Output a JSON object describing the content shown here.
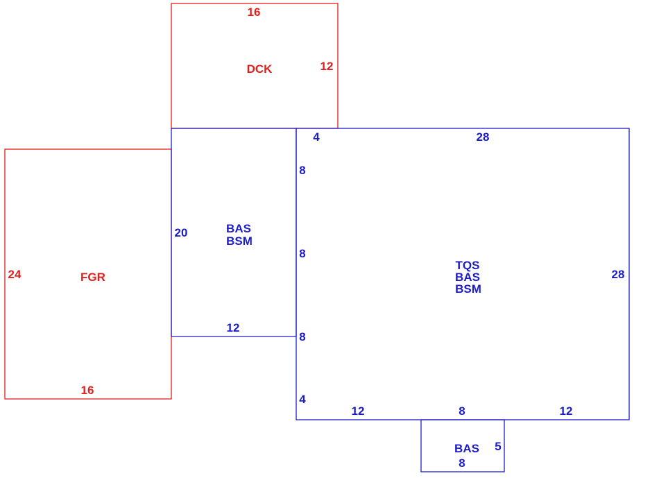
{
  "colors": {
    "red": "#e0201c",
    "blue": "#1c1cc8"
  },
  "areas": {
    "dck": {
      "code": "DCK"
    },
    "fgr": {
      "code": "FGR"
    },
    "bas_left": {
      "codes": [
        "BAS",
        "BSM"
      ]
    },
    "main": {
      "codes": [
        "TQS",
        "BAS",
        "BSM"
      ]
    },
    "bas_bottom": {
      "code": "BAS"
    }
  },
  "dimensions": {
    "dck_top": "16",
    "dck_right": "12",
    "fgr_left": "24",
    "fgr_bottom": "16",
    "bas_left_side": "20",
    "bas_left_bottom": "12",
    "main_top_short": "4",
    "main_top": "28",
    "main_right": "28",
    "main_left_1": "8",
    "main_left_2": "8",
    "main_left_3": "8",
    "main_left_4": "4",
    "main_bottom_1": "12",
    "main_bottom_2": "8",
    "main_bottom_3": "12",
    "bas_bottom_right": "5",
    "bas_bottom_bottom": "8"
  }
}
